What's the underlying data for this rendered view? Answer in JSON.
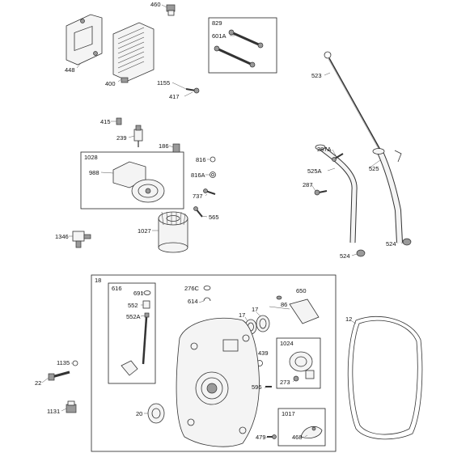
{
  "callouts": {
    "l460": "460",
    "l448": "448",
    "l400": "400",
    "l829": "829",
    "l601a": "601A",
    "l1155": "1155",
    "l417": "417",
    "l523": "523",
    "l415": "415",
    "l239": "239",
    "l186": "186",
    "l1028": "1028",
    "l988": "988",
    "l816": "816",
    "l816a": "816A",
    "l737": "737",
    "l565": "565",
    "l287a": "287A",
    "l525a": "525A",
    "l525": "525",
    "l287": "287",
    "l1027": "1027",
    "l1346": "1346",
    "l524a": "524",
    "l524b": "524",
    "l18": "18",
    "l616": "616",
    "l691": "691",
    "l552": "552",
    "l552a": "552A",
    "l276c": "276C",
    "l614": "614",
    "l650": "650",
    "l86": "86",
    "l17a": "17",
    "l17b": "17",
    "l12": "12",
    "l439": "439",
    "l1024": "1024",
    "l273": "273",
    "l596": "596",
    "l1135": "1135",
    "l22": "22",
    "l20": "20",
    "l1017": "1017",
    "l468": "468",
    "l479": "479",
    "l1131": "1131"
  }
}
